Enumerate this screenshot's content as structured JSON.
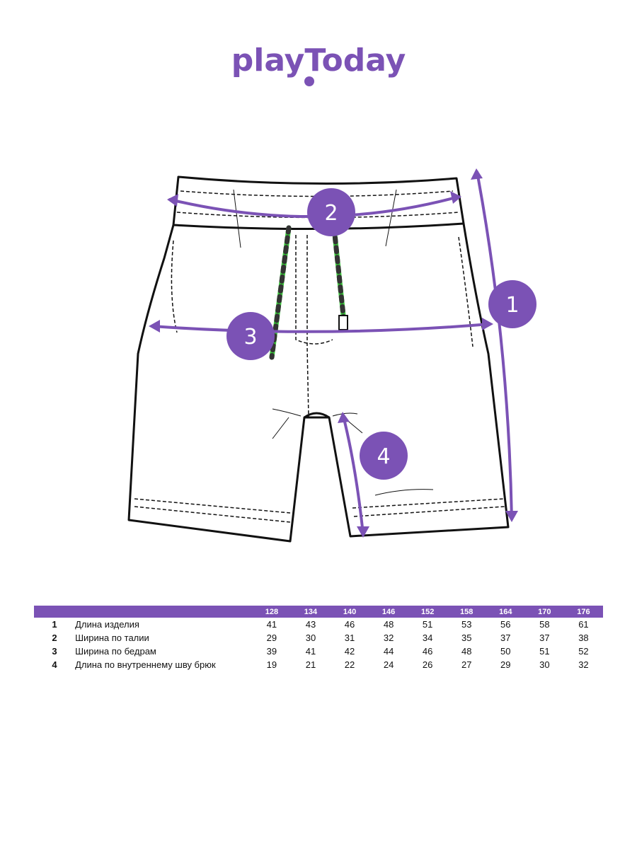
{
  "brand": {
    "name": "playToday",
    "color": "#7b52b5"
  },
  "markers": [
    "1",
    "2",
    "3",
    "4"
  ],
  "size_table": {
    "sizes": [
      "128",
      "134",
      "140",
      "146",
      "152",
      "158",
      "164",
      "170",
      "176"
    ],
    "rows": [
      {
        "num": "1",
        "label": "Длина изделия",
        "values": [
          "41",
          "43",
          "46",
          "48",
          "51",
          "53",
          "56",
          "58",
          "61"
        ]
      },
      {
        "num": "2",
        "label": "Ширина по талии",
        "values": [
          "29",
          "30",
          "31",
          "32",
          "34",
          "35",
          "37",
          "37",
          "38"
        ]
      },
      {
        "num": "3",
        "label": "Ширина по бедрам",
        "values": [
          "39",
          "41",
          "42",
          "44",
          "46",
          "48",
          "50",
          "51",
          "52"
        ]
      },
      {
        "num": "4",
        "label": "Длина по внутреннему шву брюк",
        "values": [
          "19",
          "21",
          "22",
          "24",
          "26",
          "27",
          "29",
          "30",
          "32"
        ]
      }
    ]
  }
}
